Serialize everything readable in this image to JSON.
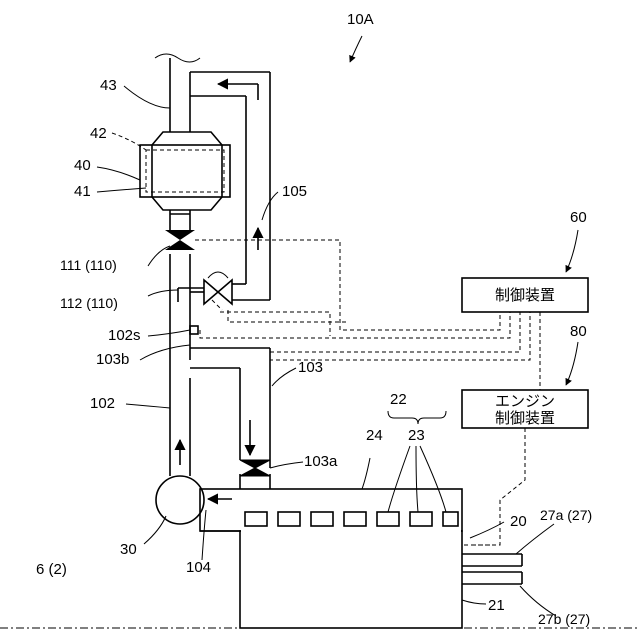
{
  "figure_label": "10A",
  "boxes": {
    "controller": "制御装置",
    "engine_controller_line1": "エンジン",
    "engine_controller_line2": "制御装置"
  },
  "labels": {
    "l43": "43",
    "l42": "42",
    "l40": "40",
    "l41": "41",
    "l105": "105",
    "l60": "60",
    "l80": "80",
    "l111": "111 (110)",
    "l112": "112 (110)",
    "l102s": "102s",
    "l103b": "103b",
    "l103": "103",
    "l102": "102",
    "l22": "22",
    "l24": "24",
    "l23": "23",
    "l103a": "103a",
    "l20": "20",
    "l27a": "27a (27)",
    "l30": "30",
    "l104": "104",
    "l6": "6 (2)",
    "l21": "21",
    "l27b": "27b (27)"
  }
}
